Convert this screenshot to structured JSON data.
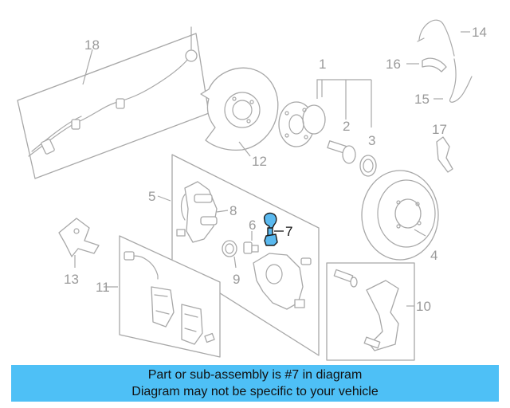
{
  "diagram": {
    "callouts": {
      "c1": "1",
      "c2": "2",
      "c3": "3",
      "c4": "4",
      "c5": "5",
      "c6": "6",
      "c7": "7",
      "c8": "8",
      "c9": "9",
      "c10": "10",
      "c11": "11",
      "c12": "12",
      "c13": "13",
      "c14": "14",
      "c15": "15",
      "c16": "16",
      "c17": "17",
      "c18": "18"
    },
    "highlighted_part": "7",
    "colors": {
      "highlight": "#5ab9ef",
      "banner": "#4ec0f6",
      "line": "#a8a8a8"
    }
  },
  "banner": {
    "line1": "Part or sub-assembly is #7 in diagram",
    "line2": "Diagram may not be specific to your vehicle"
  }
}
